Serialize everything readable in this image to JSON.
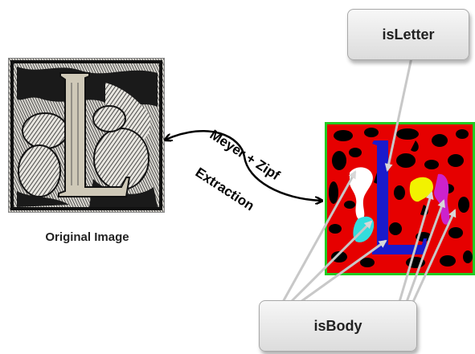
{
  "original_image": {
    "caption": "Original Image",
    "glyph": "L"
  },
  "segmented_image": {
    "glyph": "L"
  },
  "callouts": {
    "is_letter": "isLetter",
    "is_body": "isBody"
  },
  "arrow": {
    "label_line1": "Meyer + Zipf",
    "label_line2": "Extraction"
  },
  "colors": {
    "segment_background": "#e60000",
    "segment_border": "#22cc22",
    "letter": "#1a1acc",
    "body_white": "#ffffff",
    "body_cyan": "#33dddd",
    "body_yellow": "#f2f200",
    "body_magenta": "#cc22cc",
    "pointer_lines": "#c0c0c0"
  }
}
